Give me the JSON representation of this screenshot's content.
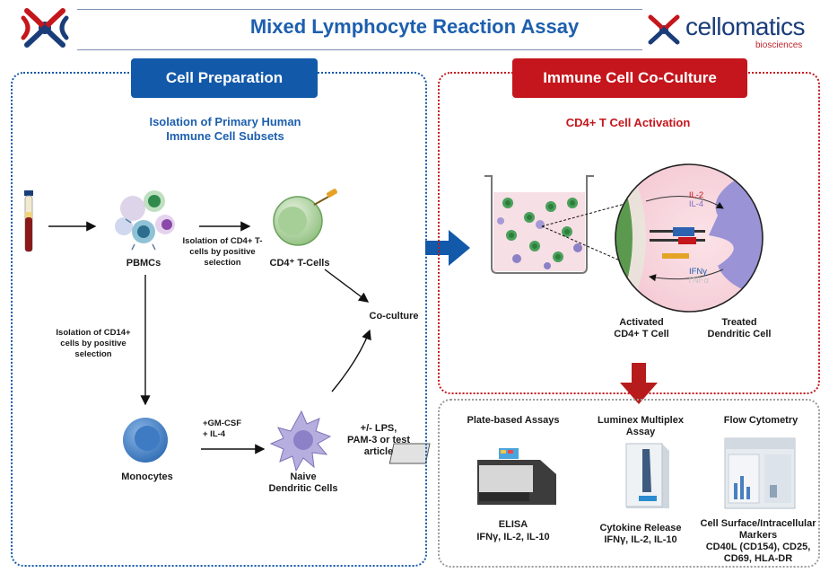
{
  "header": {
    "title": "Mixed Lymphocyte Reaction Assay",
    "brand_name": "cellomatics",
    "brand_sub": "biosciences"
  },
  "colors": {
    "blue": "#1259a9",
    "red": "#c4161c",
    "dark_red": "#b71c1c"
  },
  "left_panel": {
    "title": "Cell Preparation",
    "subtitle": "Isolation of Primary Human\nImmune Cell Subsets",
    "pbmcs": "PBMCs",
    "cd4_isolation": "Isolation of CD4+ T-\ncells by positive\nselection",
    "cd4_cells": "CD4⁺ T-Cells",
    "cd14_isolation": "Isolation of CD14+\ncells by positive\nselection",
    "coculture": "Co-culture",
    "cytokines": "+GM-CSF\n+ IL-4",
    "monocytes": "Monocytes",
    "naive_dc": "Naive\nDendritic Cells",
    "stimulus": "+/- LPS,\nPAM-3 or test\narticle"
  },
  "right_panel": {
    "title": "Immune Cell Co-Culture",
    "subtitle": "CD4+ T Cell Activation",
    "il2": "IL-2",
    "il4": "IL-4",
    "ifng": "IFNγ",
    "tnfa": "TNFα",
    "activated": "Activated\nCD4+ T Cell",
    "treated": "Treated\nDendritic Cell"
  },
  "bottom_panel": {
    "plate_title": "Plate-based Assays",
    "plate_assay": "ELISA",
    "plate_targets": "IFNγ, IL-2, IL-10",
    "luminex_title": "Luminex Multiplex\nAssay",
    "luminex_assay": "Cytokine Release",
    "luminex_targets": "IFNγ, IL-2, IL-10",
    "flow_title": "Flow Cytometry",
    "flow_assay": "Cell Surface/Intracellular\nMarkers",
    "flow_targets": "CD40L (CD154), CD25,\nCD69, HLA-DR"
  }
}
